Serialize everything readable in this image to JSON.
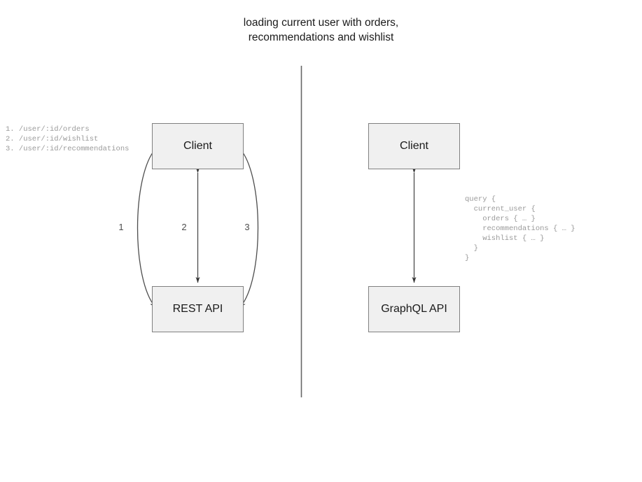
{
  "diagram": {
    "title": "loading current user with orders,\nrecommendations and wishlist",
    "divider": {
      "name": "vertical-divider",
      "color": "#666666"
    }
  },
  "rest_side": {
    "client_label": "Client",
    "api_label": "REST API",
    "endpoints_code": "1. /user/:id/orders\n2. /user/:id/wishlist\n3. /user/:id/recommendations",
    "edge_labels": [
      "1",
      "2",
      "3"
    ]
  },
  "graphql_side": {
    "client_label": "Client",
    "api_label": "GraphQL API",
    "query_code": "query {\n  current_user {\n    orders { … }\n    recommendations { … }\n    wishlist { … }\n  }\n}"
  },
  "colors": {
    "box_fill": "#f0f0f0",
    "box_border": "#808080",
    "edge_stroke": "#4d4d4d",
    "text": "#1a1a1a",
    "code_text": "#9a9a9a",
    "divider": "#666666"
  }
}
